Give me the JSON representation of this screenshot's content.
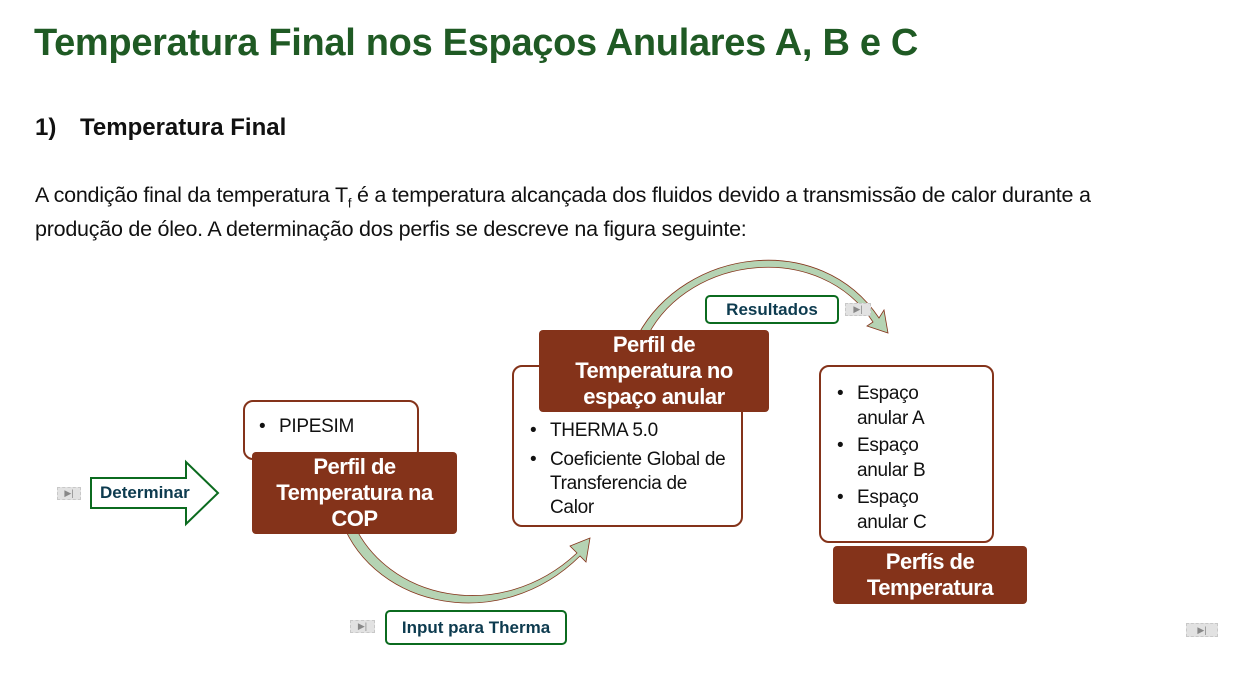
{
  "title": "Temperatura Final nos Espaços Anulares A, B e C",
  "section": {
    "number": "1)",
    "heading": "Temperatura Final"
  },
  "paragraph": {
    "line1_a": "A condição final da temperatura T",
    "line1_sub": "f",
    "line1_b": " é a temperatura alcançada dos fluidos devido a transmissão de calor durante a",
    "line2": "produção de óleo. A determinação dos perfis se descreve na figura seguinte:"
  },
  "diagram": {
    "colors": {
      "box": "#84331a",
      "arrow_fill": "#b5d3b3",
      "label_border": "#0b6b1f",
      "label_text": "#0d3b4f"
    },
    "determinar_label": "Determinar",
    "step1": {
      "title_lines": [
        "Perfil de",
        "Temperatura na",
        "COP"
      ],
      "items": [
        "PIPESIM"
      ]
    },
    "input_label": "Input para Therma",
    "step2": {
      "title_lines": [
        "Perfil de",
        "Temperatura no",
        "espaço anular"
      ],
      "items": [
        "THERMA 5.0",
        "Coeficiente Global de Transferencia de Calor"
      ]
    },
    "resultados_label": "Resultados",
    "step3": {
      "title_lines": [
        "Perfís de",
        "Temperatura"
      ],
      "items": [
        "Espaço anular A",
        "Espaço anular B",
        "Espaço anular C"
      ]
    },
    "media_icon": "play-next-icon",
    "media_glyph": "▶|"
  }
}
